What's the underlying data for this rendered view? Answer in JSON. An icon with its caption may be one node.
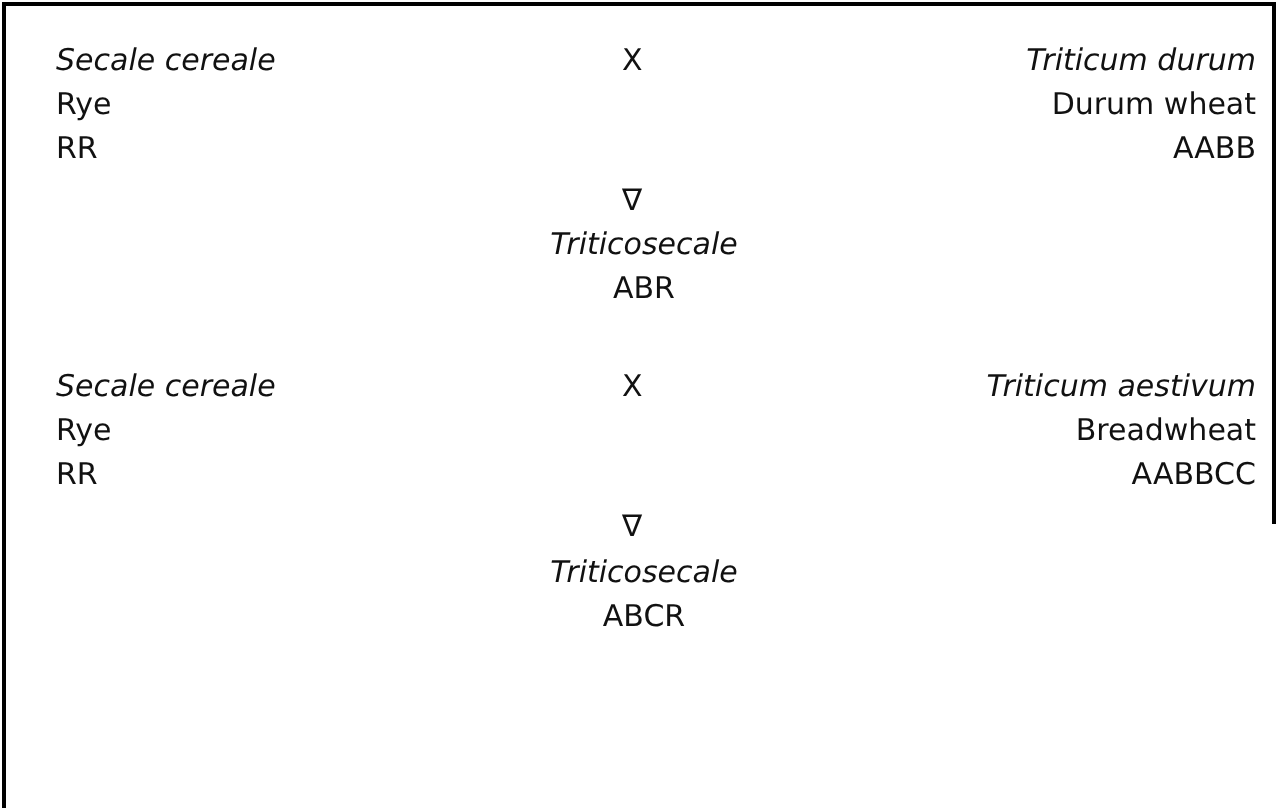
{
  "diagram": {
    "nodes": [
      {
        "text": [
          "Secale cereale",
          "Rye",
          "RR"
        ]
      },
      {
        "text": [
          "Triticum durum",
          "Durum wheat",
          "AABB"
        ]
      },
      {
        "text": [
          "Triticosecale",
          "ABR"
        ]
      },
      {
        "text": [
          "Secale cereale",
          "Rye",
          "RR"
        ]
      },
      {
        "text": [
          "Triticum aestivum",
          "Breadwheat",
          "AABBCC"
        ]
      },
      {
        "text": [
          "Triticosecale",
          "ABCR"
        ]
      }
    ],
    "labels": [
      "X",
      "∇",
      "X",
      "∇"
    ]
  }
}
